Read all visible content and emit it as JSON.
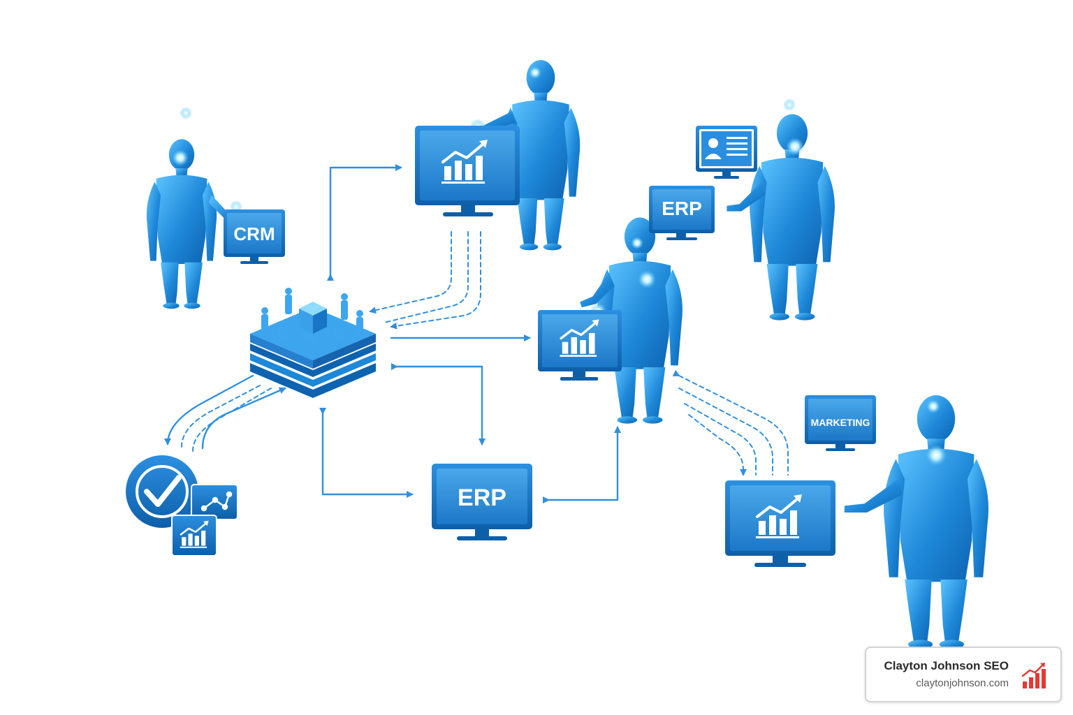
{
  "monitors": {
    "crm": "CRM",
    "erp_top": "ERP",
    "erp_center": "ERP",
    "marketing": "MARKETING"
  },
  "watermark": {
    "name": "Clayton Johnson SEO",
    "url": "claytonjohnson.com"
  },
  "colors": {
    "primary": "#1e88d8",
    "dark": "#0d63b0",
    "light": "#5cc3ff",
    "glow": "#d9f4ff",
    "arrow": "#2f8fe0",
    "logo_red": "#e53935"
  }
}
